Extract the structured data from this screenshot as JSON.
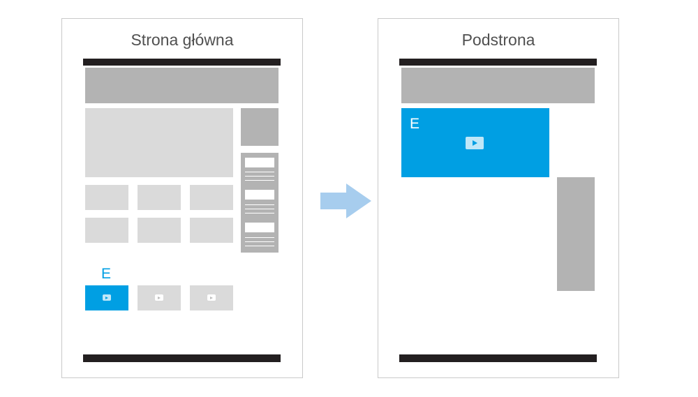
{
  "panels": {
    "home": {
      "title": "Strona główna",
      "highlight_label": "E"
    },
    "sub": {
      "title": "Podstrona",
      "highlight_label": "E"
    }
  },
  "colors": {
    "accent": "#009fe3",
    "arrow": "#a7cdee",
    "dark_bar": "#231f20",
    "block_mid": "#b3b3b3",
    "block_light": "#dadada"
  },
  "icons": [
    "play-icon",
    "arrow-right-icon"
  ]
}
